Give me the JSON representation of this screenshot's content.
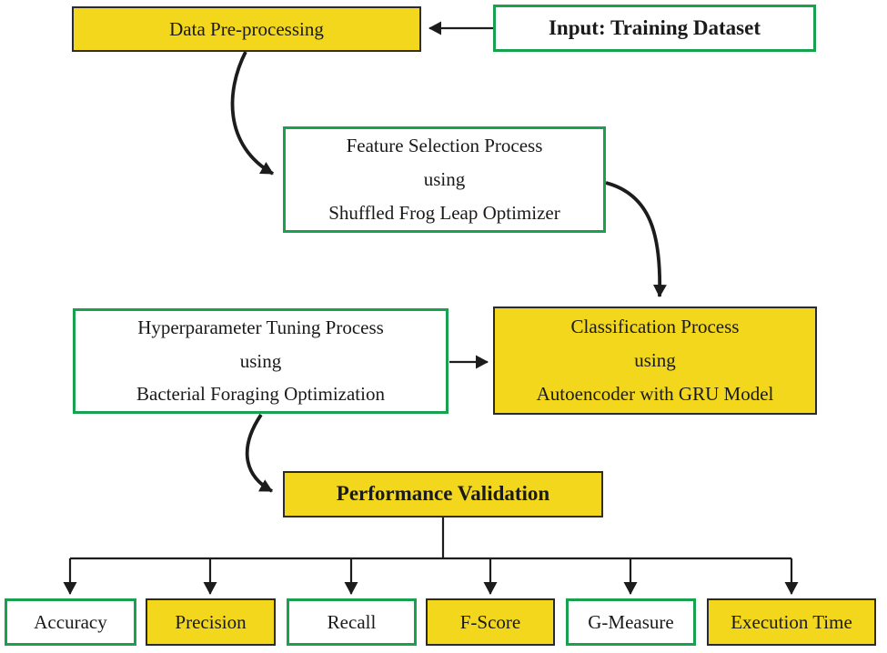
{
  "colors": {
    "box_fill_yellow": "#f2d71d",
    "box_fill_white": "#ffffff",
    "border_green": "#18a24f",
    "border_black": "#2b2b2b",
    "arrow_black": "#1c1c1c"
  },
  "nodes": {
    "input": {
      "label": "Input: Training Dataset"
    },
    "preprocessing": {
      "label": "Data Pre-processing"
    },
    "feature_selection": {
      "label": "Feature Selection Process\nusing\nShuffled Frog Leap Optimizer"
    },
    "hyperparameter_tuning": {
      "label": "Hyperparameter Tuning Process\nusing\nBacterial Foraging Optimization"
    },
    "classification": {
      "label": "Classification Process\nusing\nAutoencoder with GRU Model"
    },
    "performance_validation": {
      "label": "Performance Validation"
    },
    "metrics": [
      {
        "label": "Accuracy"
      },
      {
        "label": "Precision"
      },
      {
        "label": "Recall"
      },
      {
        "label": "F-Score"
      },
      {
        "label": "G-Measure"
      },
      {
        "label": "Execution Time"
      }
    ]
  }
}
